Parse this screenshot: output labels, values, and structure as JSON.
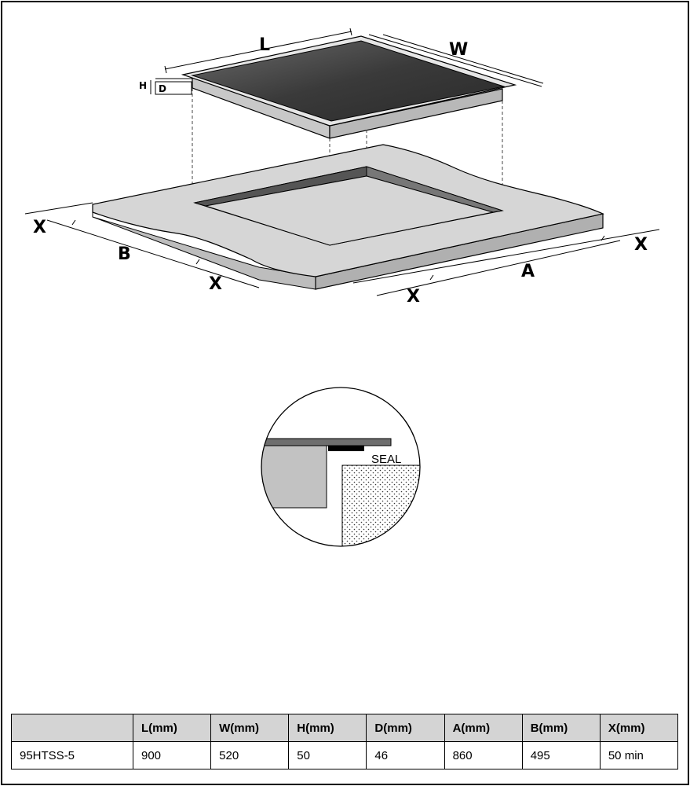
{
  "diagram": {
    "dimension_labels": {
      "L": "L",
      "W": "W",
      "H": "H",
      "D": "D",
      "A": "A",
      "B": "B",
      "X_left_top": "X",
      "X_left_bottom": "X",
      "X_right_top": "X",
      "X_right_bottom": "X"
    },
    "detail": {
      "seal_label": "SEAL"
    },
    "colors": {
      "hob_surface": "#3a3a3a",
      "countertop": "#d6d6d6",
      "cutout": "#555555",
      "line": "#000000"
    }
  },
  "table": {
    "headers": [
      "",
      "L(mm)",
      "W(mm)",
      "H(mm)",
      "D(mm)",
      "A(mm)",
      "B(mm)",
      "X(mm)"
    ],
    "rows": [
      [
        "95HTSS-5",
        "900",
        "520",
        "50",
        "46",
        "860",
        "495",
        "50 min"
      ]
    ]
  }
}
